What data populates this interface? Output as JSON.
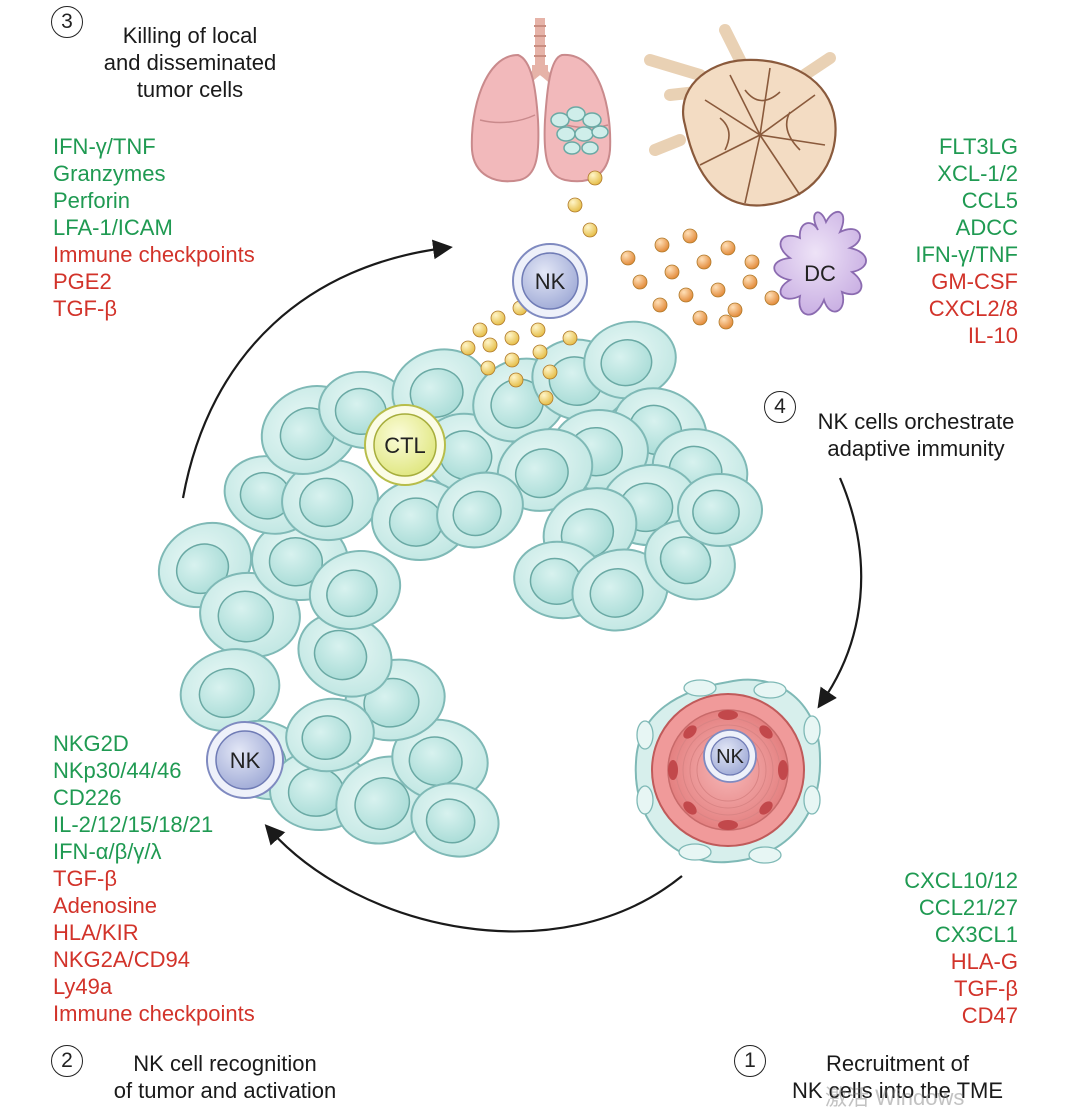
{
  "steps": [
    {
      "number": "1",
      "lines": [
        "Recruitment of",
        "NK cells into the TME"
      ]
    },
    {
      "number": "2",
      "lines": [
        "NK cell recognition",
        "of tumor and activation"
      ]
    },
    {
      "number": "3",
      "lines": [
        "Killing of local",
        "and disseminated",
        "tumor cells"
      ]
    },
    {
      "number": "4",
      "lines": [
        "NK cells orchestrate",
        "adaptive immunity"
      ]
    }
  ],
  "cells": {
    "nk": "NK",
    "ctl": "CTL",
    "dc": "DC"
  },
  "lists": {
    "killing": {
      "activating": [
        "IFN-γ/TNF",
        "Granzymes",
        "Perforin",
        "LFA-1/ICAM"
      ],
      "inhibitory": [
        "Immune checkpoints",
        "PGE2",
        "TGF-β"
      ]
    },
    "adaptive": {
      "activating": [
        "FLT3LG",
        "XCL-1/2",
        "CCL5",
        "ADCC",
        "IFN-γ/TNF"
      ],
      "inhibitory": [
        "GM-CSF",
        "CXCL2/8",
        "IL-10"
      ]
    },
    "recognition": {
      "activating": [
        "NKG2D",
        "NKp30/44/46",
        "CD226",
        "IL-2/12/15/18/21",
        "IFN-α/β/γ/λ"
      ],
      "inhibitory": [
        "TGF-β",
        "Adenosine",
        "HLA/KIR",
        "NKG2A/CD94",
        "Ly49a",
        "Immune checkpoints"
      ]
    },
    "recruitment": {
      "activating": [
        "CXCL10/12",
        "CCL21/27",
        "CX3CL1"
      ],
      "inhibitory": [
        "HLA-G",
        "TGF-β",
        "CD47"
      ]
    }
  },
  "watermark": "激活 Windows",
  "colors": {
    "activating": "#1f9a52",
    "inhibitory": "#d2332a",
    "tumor_fill": "#cfeeea",
    "tumor_stroke": "#7fb9b6",
    "nk_fill": "#c4cbe6",
    "ctl_fill": "#eef2a8",
    "dc_fill": "#d8c5ea",
    "lung_fill": "#f2b9bb",
    "lymph_fill": "#f3dcc3",
    "vessel_fill": "#ea8c8c",
    "particle_orange": "#f0a35a",
    "particle_yellow": "#f2d36b"
  }
}
